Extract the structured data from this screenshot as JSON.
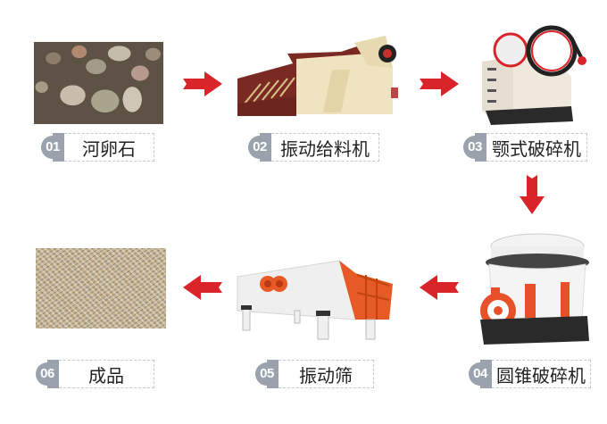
{
  "diagram": {
    "type": "process-flow",
    "steps": [
      {
        "num": "01",
        "label": "河卵石",
        "image": "river-pebbles"
      },
      {
        "num": "02",
        "label": "振动给料机",
        "image": "vibrating-feeder"
      },
      {
        "num": "03",
        "label": "颚式破碎机",
        "image": "jaw-crusher"
      },
      {
        "num": "04",
        "label": "圆锥破碎机",
        "image": "cone-crusher"
      },
      {
        "num": "05",
        "label": "振动筛",
        "image": "vibrating-screen"
      },
      {
        "num": "06",
        "label": "成品",
        "image": "finished-sand"
      }
    ],
    "arrows": [
      {
        "from": "01",
        "to": "02",
        "direction": "right"
      },
      {
        "from": "02",
        "to": "03",
        "direction": "right"
      },
      {
        "from": "03",
        "to": "04",
        "direction": "down"
      },
      {
        "from": "04",
        "to": "05",
        "direction": "left"
      },
      {
        "from": "05",
        "to": "06",
        "direction": "left"
      }
    ],
    "colors": {
      "arrow": "#d9252a",
      "badge": "#9aa3ad",
      "label_text": "#222222",
      "box_border": "#c9c9c9"
    }
  }
}
